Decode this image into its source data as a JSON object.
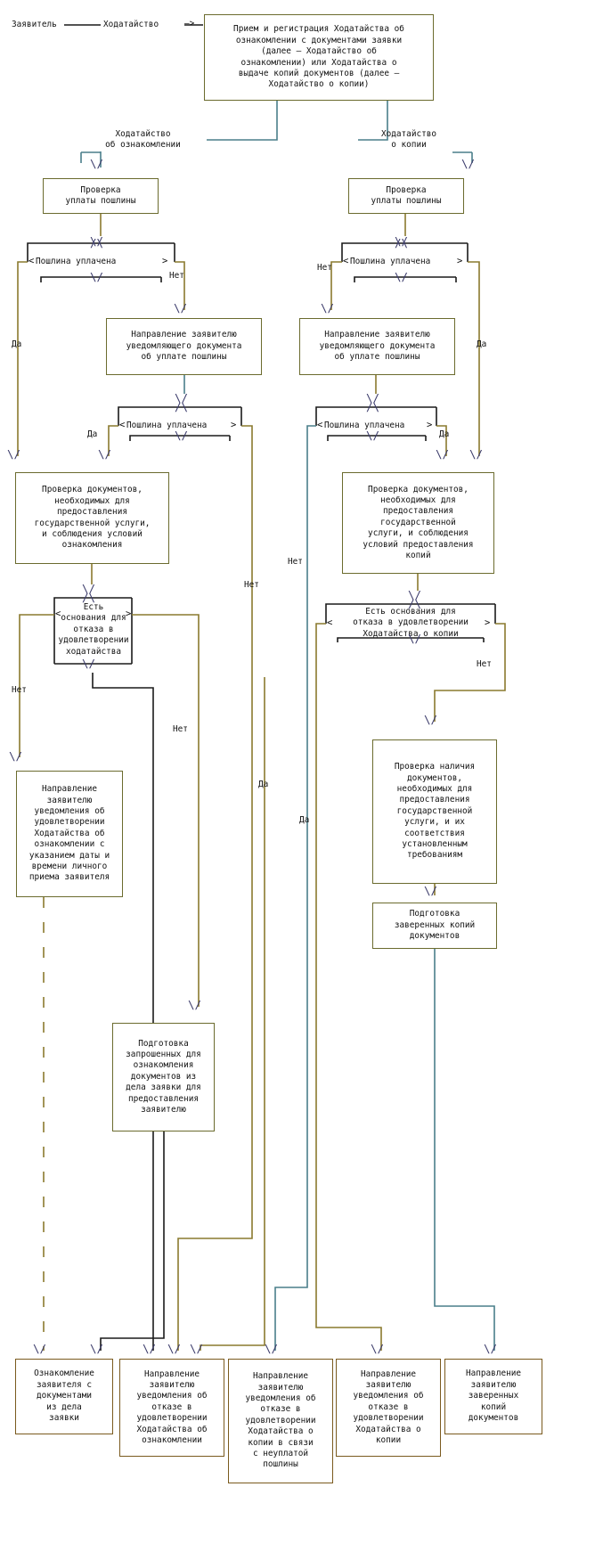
{
  "meta": {
    "title": "Блок-схема предоставления государственной услуги по ознакомлению с документами заявки и выдаче копий документов",
    "colors": {
      "box_border": "#6b6b2e",
      "terminal_border": "#7a5a1e",
      "wire_olive": "#8a7a2e",
      "wire_teal": "#4a7f8a",
      "wire_dark": "#1a1a1a",
      "arrow": "#3a3a6a",
      "text": "#111111",
      "background": "#ffffff"
    }
  },
  "start": {
    "actor": "Заявитель",
    "connector_label": "Ходатайство",
    "arrow": "—>"
  },
  "nodes": {
    "intake": "Прием и регистрация Ходатайства об\nознакомлении с документами заявки\n(далее – Ходатайство об\nознакомлении) или Ходатайства о\nвыдаче копий документов (далее –\nХодатайство о копии)",
    "branch_left_label": "Ходатайство\nоб ознакомлении",
    "branch_right_label": "Ходатайство\nо копии",
    "check_duty_left": "Проверка\nуплаты пошлины",
    "check_duty_right": "Проверка\nуплаты пошлины",
    "notify_duty_left": "Направление заявителю\nуведомляющего документа\nоб уплате пошлины",
    "notify_duty_right": "Направление заявителю\nуведомляющего документа\nоб уплате пошлины",
    "check_docs_left": "Проверка документов,\nнеобходимых для\nпредоставления\nгосударственной услуги,\nи соблюдения условий\nознакомления",
    "check_docs_right": "Проверка документов,\nнеобходимых для\nпредоставления\nгосударственной\nуслуги, и соблюдения\nусловий предоставления\nкопий",
    "notify_grant_left": "Направление\nзаявителю\nуведомления об\nудовлетворении\nХодатайства об\nознакомлении с\nуказанием даты и\nвремени личного\nприема заявителя",
    "check_presence_right": "Проверка наличия\nдокументов,\nнеобходимых для\nпредоставления\nгосударственной\nуслуги, и их\nсоответствия\nустановленным\nтребованиям",
    "prepare_copies_right": "Подготовка\nзаверенных копий\nдокументов",
    "prepare_docs_left": "Подготовка\nзапрошенных для\nознакомления\nдокументов из\nдела заявки для\nпредоставления\nзаявителю"
  },
  "decisions": {
    "duty_paid_l1": "Пошлина уплачена",
    "duty_paid_r1": "Пошлина уплачена",
    "duty_paid_l2": "Пошлина уплачена",
    "duty_paid_r2": "Пошлина уплачена",
    "grounds_left": "Есть\nоснования для\nотказа в\nудовлетворении\nходатайства",
    "grounds_right": "Есть основания для\nотказа в удовлетворении\nХодатайства о копии"
  },
  "edge_labels": {
    "yes": "Да",
    "no": "Нет",
    "l1_yes": "Да",
    "l1_no": "Нет",
    "r1_yes": "Да",
    "r1_no": "Нет",
    "l2_yes": "Да",
    "l2_no": "Нет",
    "r2_yes": "Да",
    "r2_no": "Нет",
    "gl_no_left": "Нет",
    "gl_no_right": "Нет",
    "gr_no": "Нет",
    "mid_yes_1": "Да",
    "mid_yes_2": "Да"
  },
  "terminals": [
    "Ознакомление\nзаявителя с\nдокументами\nиз дела\nзаявки",
    "Направление\nзаявителю\nуведомления об\nотказе в\nудовлетворении\nХодатайства об\nознакомлении",
    "Направление\nзаявителю\nуведомления об\nотказе в\nудовлетворении\nХодатайства о\nкопии в связи\nс неуплатой\nпошлины",
    "Направление\nзаявителю\nуведомления об\nотказе в\nудовлетворении\nХодатайства о\nкопии",
    "Направление\nзаявителю\nзаверенных\nкопий\nдокументов"
  ],
  "glyphs": {
    "arrow_down": "\\/",
    "diamond_top": "/\\",
    "diamond_left": "<",
    "diamond_right": ">"
  }
}
